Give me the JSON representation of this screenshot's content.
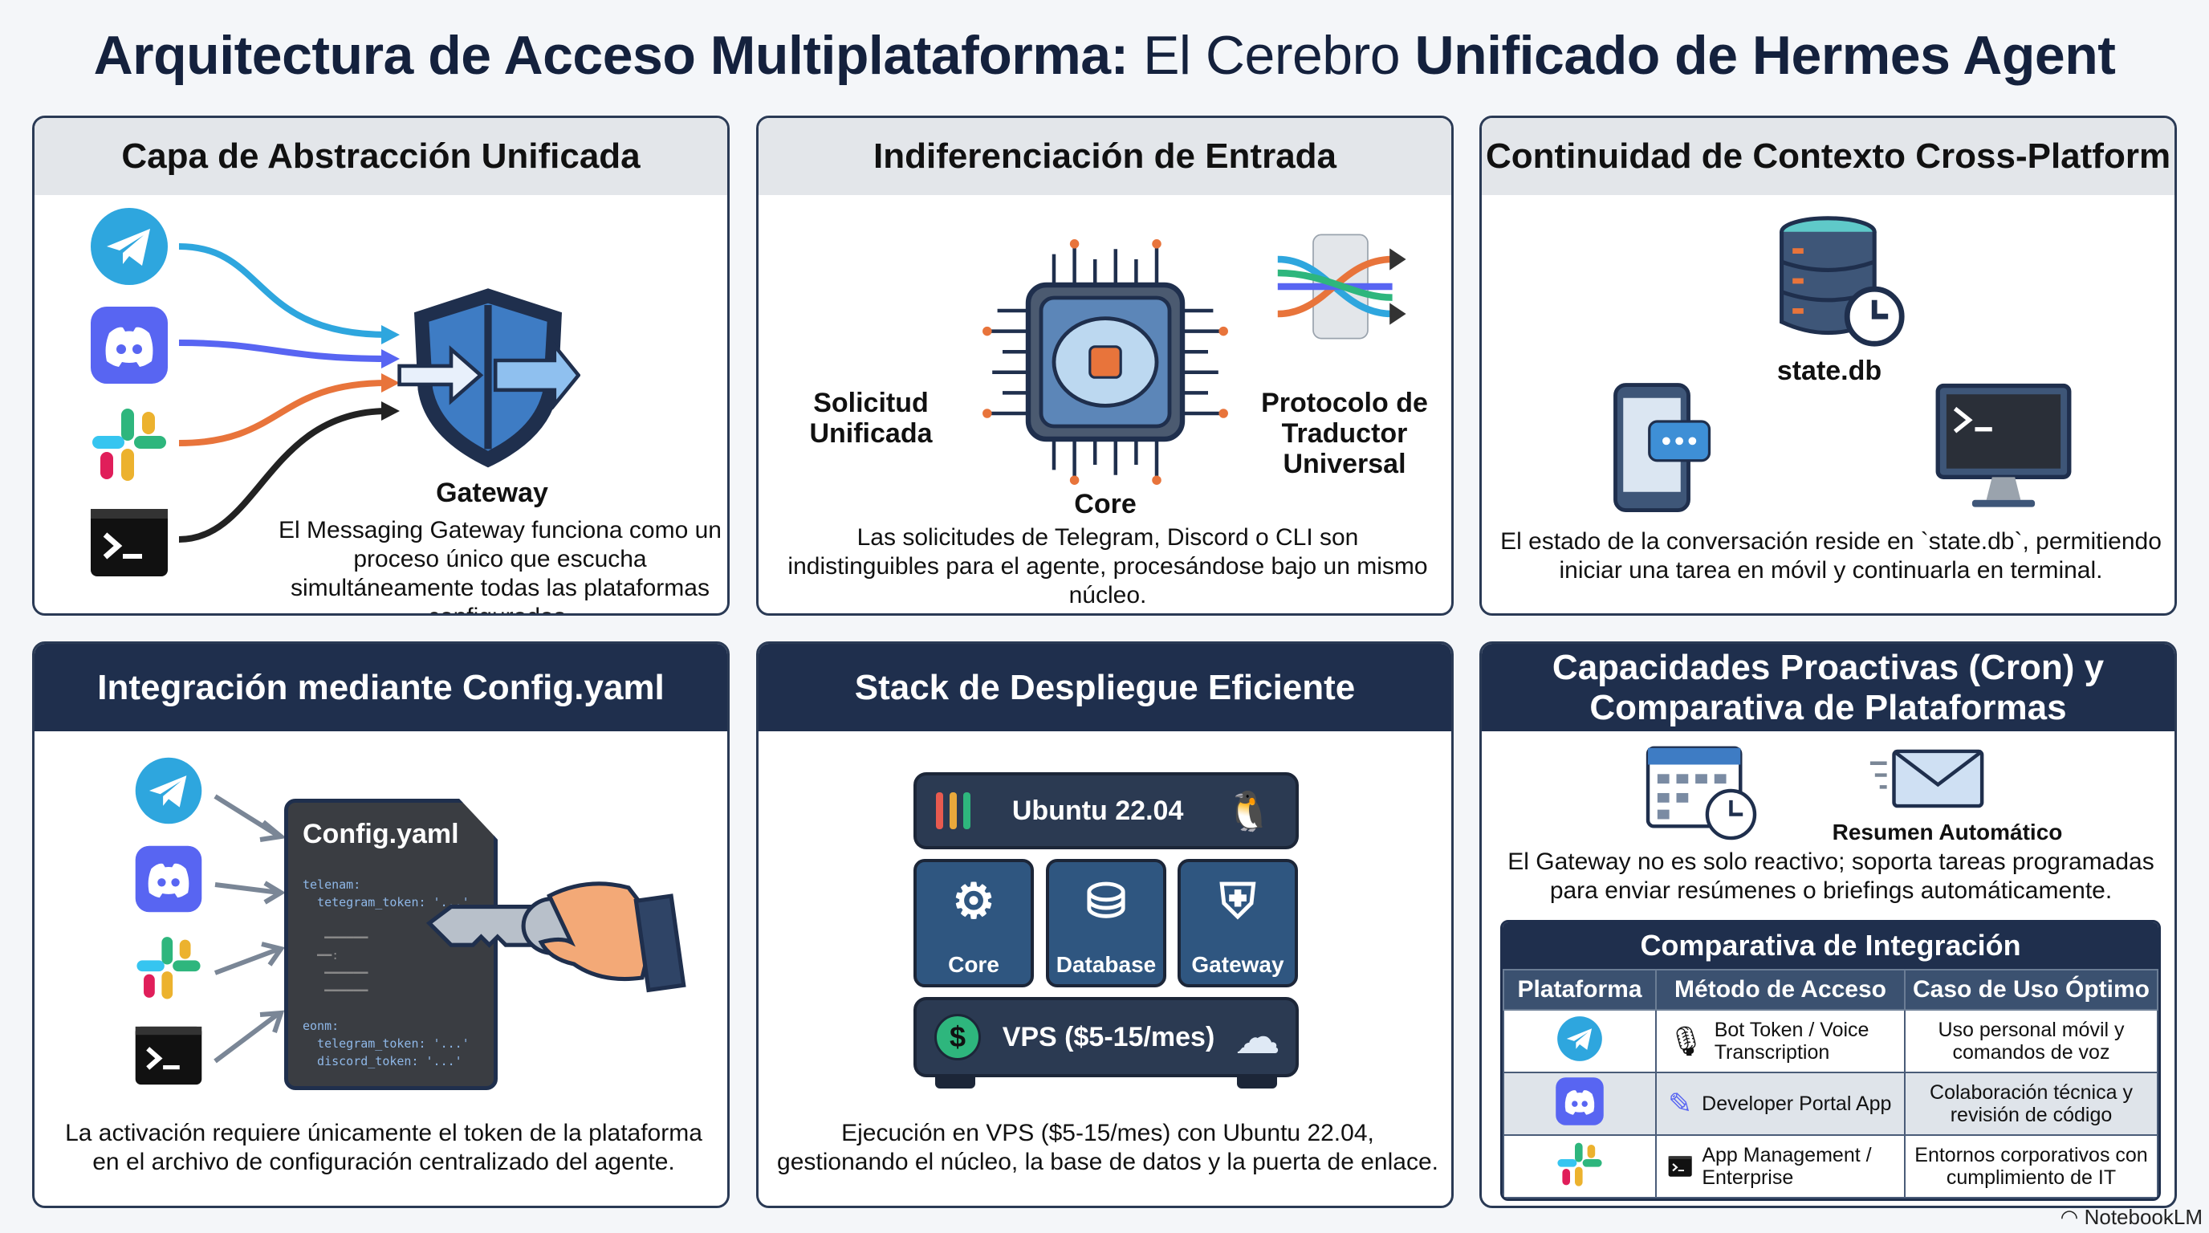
{
  "title": {
    "bold1": "Arquitectura de Acceso Multiplataforma:",
    "light": " El Cerebro ",
    "bold2": "Unificado de Hermes Agent"
  },
  "panels": {
    "abstraction": {
      "title": "Capa de Abstracción Unificada",
      "label": "Gateway",
      "desc": "El Messaging Gateway funciona como un proceso único que escucha simultáneamente todas las plataformas configuradas."
    },
    "input": {
      "title": "Indiferenciación de Entrada",
      "left_label": "Solicitud Unificada",
      "right_label": "Protocolo de Traductor Universal",
      "core_label": "Core",
      "desc": "Las solicitudes de Telegram, Discord o CLI son indistinguibles para el agente, procesándose bajo un mismo núcleo."
    },
    "context": {
      "title": "Continuidad de Contexto Cross-Platform",
      "db_label": "state.db",
      "desc": "El estado de la conversación reside en `state.db`, permitiendo iniciar una tarea en móvil y continuarla en terminal."
    },
    "config": {
      "title": "Integración mediante Config.yaml",
      "file_title": "Config.yaml",
      "code": [
        "telenam:",
        "  tetegram_token: '...'",
        "eonm:",
        "  telegram_token: '...'",
        "  discord_token: '...'"
      ],
      "desc": "La activación requiere únicamente el token de la plataforma en el archivo de configuración centralizado del agente."
    },
    "stack": {
      "title": "Stack de Despliegue Eficiente",
      "os": "Ubuntu 22.04",
      "tiles": [
        "Core",
        "Database",
        "Gateway"
      ],
      "vps": "VPS ($5-15/mes)",
      "desc": "Ejecución en VPS ($5-15/mes) con Ubuntu 22.04, gestionando el núcleo, la base de datos y la puerta de enlace."
    },
    "proactive": {
      "title_line1": "Capacidades Proactivas (Cron) y",
      "title_line2": "Comparativa de Plataformas",
      "email_label": "Resumen Automático",
      "desc": "El Gateway no es solo reactivo; soporta tareas programadas para enviar resúmenes o briefings automáticamente.",
      "table": {
        "title": "Comparativa de Integración",
        "headers": [
          "Plataforma",
          "Método de Acceso",
          "Caso de Uso Óptimo"
        ],
        "rows": [
          {
            "platform": "telegram",
            "method": "Bot Token / Voice Transcription",
            "use": "Uso personal móvil y comandos de voz"
          },
          {
            "platform": "discord",
            "method": "Developer Portal App",
            "use": "Colaboración técnica y revisión de código"
          },
          {
            "platform": "slack",
            "method": "App Management / Enterprise",
            "use": "Entornos corporativos con cumplimiento de IT"
          }
        ]
      }
    }
  },
  "watermark": "NotebookLM",
  "colors": {
    "navy": "#1f2f4d",
    "telegram": "#2ea6de",
    "discord": "#5865f2",
    "accent_orange": "#e8743b"
  }
}
